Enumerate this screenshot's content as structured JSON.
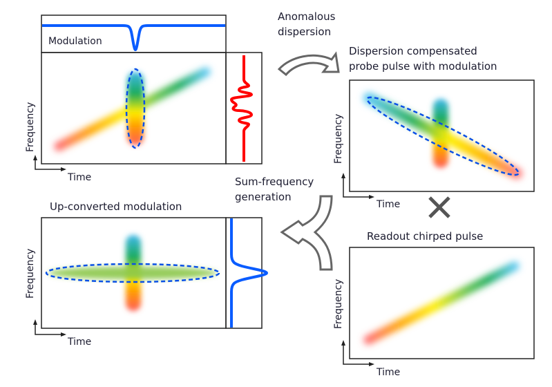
{
  "diagram": {
    "panels": {
      "input": {
        "modulation_label": "Modulation",
        "x_axis": "Time",
        "y_axis": "Frequency"
      },
      "compensated": {
        "title_line1": "Dispersion compensated",
        "title_line2": "probe pulse with modulation",
        "x_axis": "Time",
        "y_axis": "Frequency"
      },
      "readout": {
        "title": "Readout chirped pulse",
        "x_axis": "Time",
        "y_axis": "Frequency"
      },
      "upconverted": {
        "title": "Up-converted modulation",
        "x_axis": "Time",
        "y_axis": "Frequency"
      }
    },
    "arrows": {
      "dispersion_line1": "Anomalous",
      "dispersion_line2": "dispersion",
      "sfg_line1": "Sum-frequency",
      "sfg_line2": "generation",
      "multiply_symbol": "multiply-icon"
    },
    "colors": {
      "blue_trace": "#0a5cff",
      "red_trace": "#ff0000",
      "dashed_ellipse": "#0a50e6",
      "frame": "#222222",
      "arrow_outline": "#666666",
      "spectrum": [
        "#ff6a50",
        "#ffb400",
        "#ffee00",
        "#4cc04c",
        "#1aab5a",
        "#40b8ee"
      ]
    }
  }
}
